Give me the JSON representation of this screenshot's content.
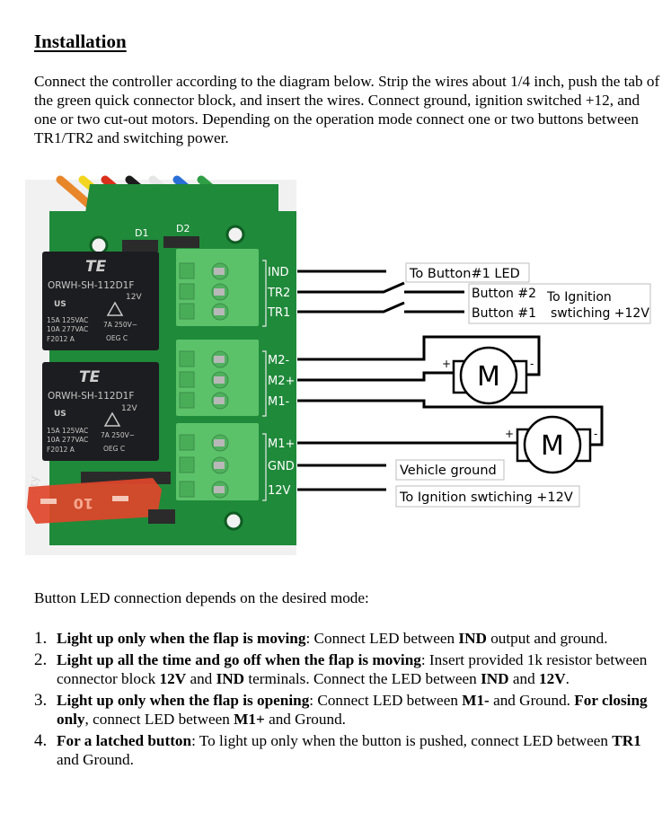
{
  "document": {
    "heading": "Installation",
    "intro": "Connect the controller according to the diagram below. Strip the wires about 1/4 inch, push the tab of the green quick connector block, and insert the wires. Connect ground, ignition switched +12, and one or two cut-out motors. Depending on the operation mode connect one or two buttons between TR1/TR2 and switching power.",
    "led_intro": "Button LED connection depends on the desired mode:",
    "modes": [
      {
        "number": "1.",
        "parts": [
          {
            "text": "Light up only when the flap is moving",
            "bold": true
          },
          {
            "text": ": Connect LED between ",
            "bold": false
          },
          {
            "text": "IND",
            "bold": true
          },
          {
            "text": " output and ground.",
            "bold": false
          }
        ]
      },
      {
        "number": "2.",
        "parts": [
          {
            "text": "Light up all the time and go off when the flap is moving",
            "bold": true
          },
          {
            "text": ": Insert provided 1k resistor between connector block ",
            "bold": false
          },
          {
            "text": "12V",
            "bold": true
          },
          {
            "text": " and ",
            "bold": false
          },
          {
            "text": "IND",
            "bold": true
          },
          {
            "text": " terminals. Connect the LED between ",
            "bold": false
          },
          {
            "text": "IND",
            "bold": true
          },
          {
            "text": " and ",
            "bold": false
          },
          {
            "text": "12V",
            "bold": true
          },
          {
            "text": ".",
            "bold": false
          }
        ]
      },
      {
        "number": "3.",
        "parts": [
          {
            "text": "Light up only when the flap is opening",
            "bold": true
          },
          {
            "text": ": Connect LED between ",
            "bold": false
          },
          {
            "text": "M1-",
            "bold": true
          },
          {
            "text": " and Ground. ",
            "bold": false
          },
          {
            "text": "For closing only",
            "bold": true
          },
          {
            "text": ", connect LED between ",
            "bold": false
          },
          {
            "text": "M1+",
            "bold": true
          },
          {
            "text": " and Ground.",
            "bold": false
          }
        ]
      },
      {
        "number": "4.",
        "parts": [
          {
            "text": "For a latched button",
            "bold": true
          },
          {
            "text": ": To light up only when the button is pushed, connect LED between ",
            "bold": false
          },
          {
            "text": "TR1",
            "bold": true
          },
          {
            "text": " and Ground.",
            "bold": false
          }
        ]
      }
    ]
  },
  "diagram": {
    "board": {
      "diode_labels": [
        "D1",
        "D2"
      ],
      "relay_brand": "TE",
      "relay_model": "ORWH-SH-112D1F",
      "relay_coil": "12V",
      "relay_cert": "US",
      "relay_ratings_left": [
        "15A 125VAC",
        "10A 277VAC",
        "F2012  A"
      ],
      "relay_ratings_right": [
        "7A  250V~",
        "OEG  C"
      ],
      "fuse_label": "10",
      "side_text": "rity",
      "wire_colors": [
        "#e8862a",
        "#f2d51c",
        "#d9301c",
        "#1b1b1b",
        "#e6e6e6",
        "#2a6fd6",
        "#2f9e45"
      ]
    },
    "terminals": [
      "IND",
      "TR2",
      "TR1",
      "M2-",
      "M2+",
      "M1-",
      "M1+",
      "GND",
      "12V"
    ],
    "labels": {
      "button1_led": "To Button#1 LED",
      "button2": "Button #2",
      "button1": "Button #1",
      "ignition_line1": "To Ignition",
      "ignition_line2": "swtiching +12V",
      "vehicle_ground": "Vehicle ground",
      "ignition_12v": "To Ignition swtiching +12V",
      "motor_symbol": "M",
      "plus": "+",
      "minus": "-"
    },
    "colors": {
      "pcb": "#1f8a3a",
      "pcb_dark": "#167030",
      "connector": "#5cc26a",
      "relay": "#1c1d20",
      "fuse": "#e0452a",
      "box_border": "#bdbdbd"
    }
  }
}
